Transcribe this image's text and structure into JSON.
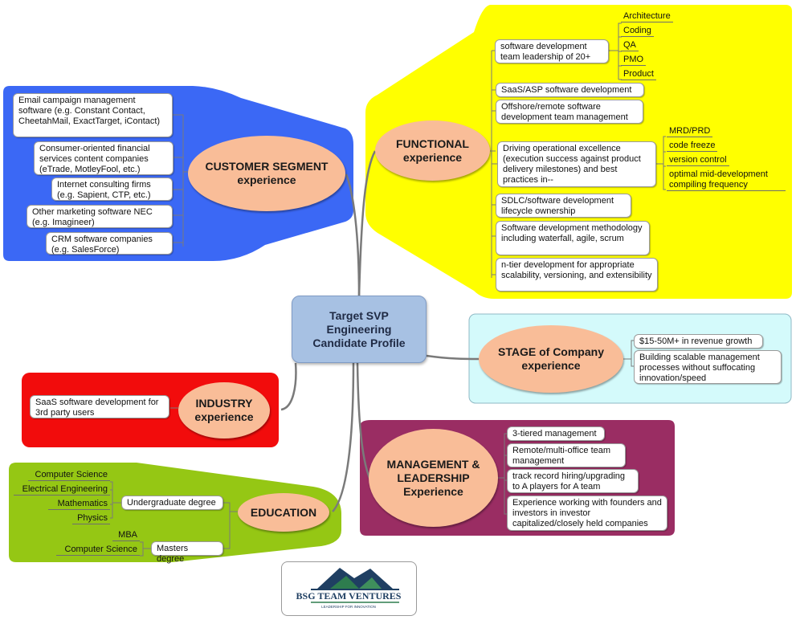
{
  "colors": {
    "customer_panel": "#3b68f5",
    "functional_panel": "#ffff00",
    "stage_panel": "#d4fafb",
    "industry_panel": "#f20c0c",
    "management_panel": "#9a2d63",
    "education_panel": "#95c714",
    "oval": "#f9bd98",
    "center": "#a7c1e3",
    "connector": "#7a7a7a"
  },
  "center": {
    "lines": [
      "Target SVP",
      "Engineering",
      "Candidate Profile"
    ]
  },
  "customer": {
    "title_lines": [
      "CUSTOMER SEGMENT",
      "experience"
    ],
    "items": [
      "Email campaign management software (e.g. Constant  Contact, CheetahMail, ExactTarget, iContact)",
      "Consumer-oriented financial services content companies (eTrade, MotleyFool, etc.)",
      "Internet consulting firms (e.g. Sapient, CTP, etc.)",
      "Other marketing software NEC (e.g. Imagineer)",
      "CRM software companies (e.g. SalesForce)"
    ]
  },
  "functional": {
    "title_lines": [
      "FUNCTIONAL",
      "experience"
    ],
    "items": [
      "software development team leadership of 20+",
      "SaaS/ASP software development",
      "Offshore/remote software development team management",
      "Driving operational excellence (execution success against product delivery milestones) and best practices in--",
      "SDLC/software development lifecycle ownership",
      "Software development methodology including waterfall, agile, scrum",
      "n-tier development for appropriate scalability, versioning, and extensibility"
    ],
    "leadership_roles": [
      "Architecture",
      "Coding",
      "QA",
      "PMO",
      "Product"
    ],
    "best_practices": [
      "MRD/PRD",
      "code freeze",
      "version control",
      "optimal mid-development compiling frequency"
    ]
  },
  "stage": {
    "title_lines": [
      "STAGE of Company",
      "experience"
    ],
    "items": [
      "$15-50M+ in revenue growth",
      "Building scalable management processes without suffocating innovation/speed"
    ]
  },
  "industry": {
    "title_lines": [
      "INDUSTRY",
      "experience"
    ],
    "items": [
      "SaaS software development for 3rd party users"
    ]
  },
  "management": {
    "title_lines": [
      "MANAGEMENT &",
      "LEADERSHIP",
      "Experience"
    ],
    "items": [
      "3-tiered management",
      "Remote/multi-office team management",
      "track record hiring/upgrading to A players for A team",
      "Experience working with founders and investors in investor capitalized/closely held companies"
    ]
  },
  "education": {
    "title": "EDUCATION",
    "undergrad_label": "Undergraduate degree",
    "undergrad_fields": [
      "Computer Science",
      "Electrical Engineering",
      "Mathematics",
      "Physics"
    ],
    "masters_label": "Masters degree",
    "masters_fields": [
      "MBA",
      "Computer Science"
    ]
  },
  "logo": {
    "name": "BSG TEAM VENTURES",
    "tagline": "LEADERSHIP FOR INNOVATION"
  }
}
